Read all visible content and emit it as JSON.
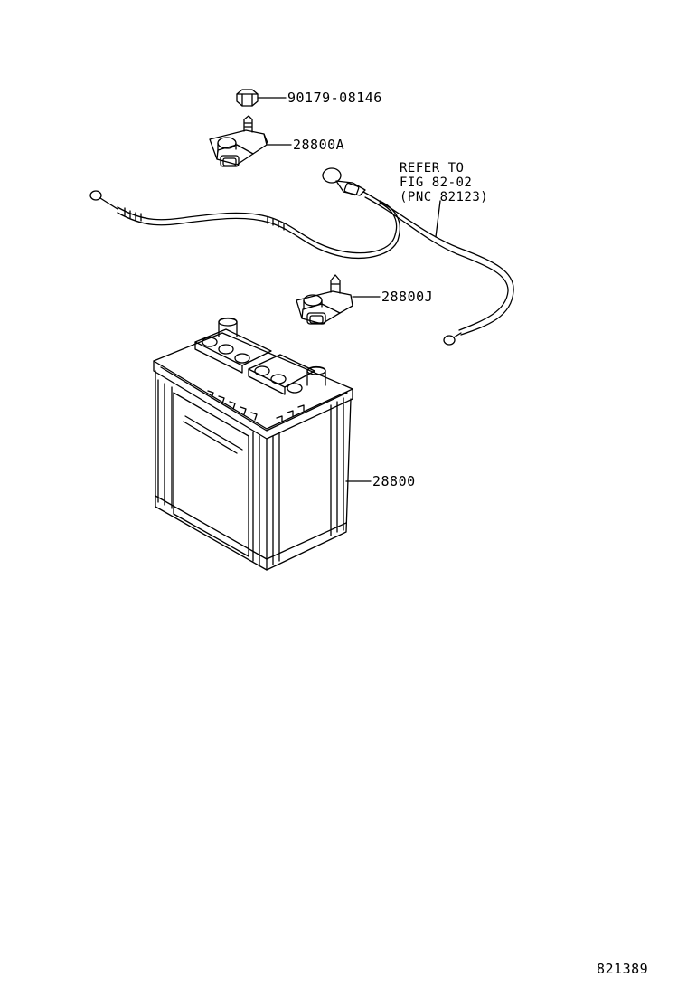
{
  "parts": {
    "nut": "90179-08146",
    "terminal_a": "28800A",
    "terminal_j": "28800J",
    "battery": "28800"
  },
  "refer": {
    "line1": "REFER TO",
    "line2": "FIG 82-02",
    "line3": "(PNC 82123)"
  },
  "illustration_id": "821389"
}
